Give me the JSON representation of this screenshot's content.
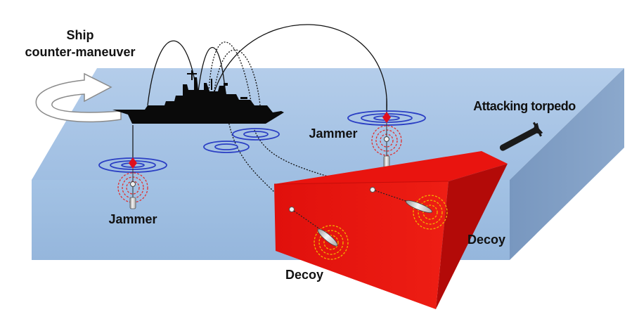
{
  "labels": {
    "ship_line1": "Ship",
    "ship_line2": "counter-maneuver",
    "jammer_left": "Jammer",
    "jammer_right": "Jammer",
    "attacking_torpedo": "Attacking torpedo",
    "decoy_left": "Decoy",
    "decoy_right": "Decoy"
  },
  "colors": {
    "sea_surface": "#a9c6e6",
    "sea_front": "#9dbde0",
    "sea_side": "#7f9cc2",
    "decoy_zone": "#e8140f",
    "jammer_marker": "#e0101e",
    "ripple": "#2b3fc4",
    "acoustic_red": "#e03030",
    "acoustic_yellow": "#f0b400"
  },
  "icons": [
    "ship-silhouette-icon",
    "curved-arrow-icon",
    "torpedo-icon",
    "jammer-buoy-icon",
    "decoy-device-icon"
  ]
}
